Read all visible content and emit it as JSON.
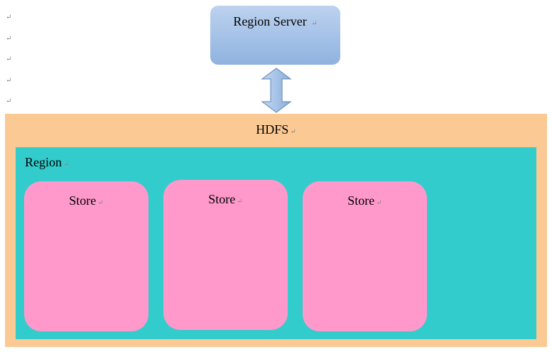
{
  "paragraph_mark": "↵",
  "region_server": {
    "label": "Region Server"
  },
  "hdfs": {
    "label": "HDFS"
  },
  "region": {
    "label": "Region",
    "stores": [
      {
        "label": "Store"
      },
      {
        "label": "Store"
      },
      {
        "label": "Store"
      }
    ]
  },
  "colors": {
    "region_server_fill": "#a6c3e8",
    "arrow_fill": "#a6c3e8",
    "hdfs_fill": "#fbc994",
    "region_fill": "#33cccc",
    "store_fill": "#ff99cc"
  }
}
